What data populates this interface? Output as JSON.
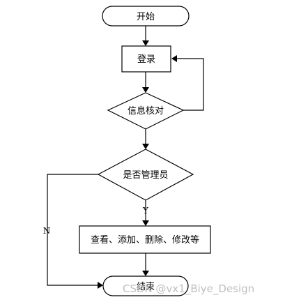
{
  "nodes": {
    "start": {
      "label": "开始",
      "shape": "terminator"
    },
    "login": {
      "label": "登录",
      "shape": "process"
    },
    "verify": {
      "label": "信息核对",
      "shape": "decision"
    },
    "is_admin": {
      "label": "是否管理员",
      "shape": "decision"
    },
    "manage": {
      "label": "查看、添加、删除、修改等",
      "shape": "process"
    },
    "end": {
      "label": "结束",
      "shape": "terminator"
    }
  },
  "edges": {
    "yes_label": "Y",
    "no_label": "N"
  },
  "watermark": "CSDN @vx1_Biye_Design",
  "colors": {
    "stroke": "#000000",
    "fill": "#ffffff",
    "watermark": "#b8b8b8"
  }
}
